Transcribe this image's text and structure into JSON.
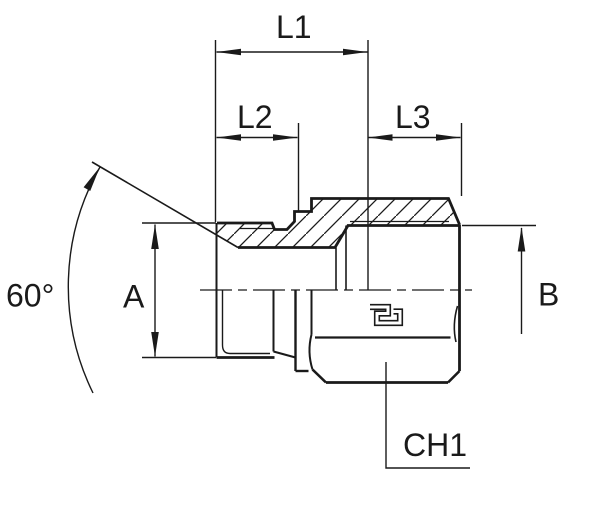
{
  "drawing": {
    "labels": {
      "l1": "L1",
      "l2": "L2",
      "l3": "L3",
      "a": "A",
      "b": "B",
      "ch1": "CH1",
      "angle": "60°"
    },
    "colors": {
      "line": "#1a1a1a",
      "background": "#ffffff"
    }
  }
}
